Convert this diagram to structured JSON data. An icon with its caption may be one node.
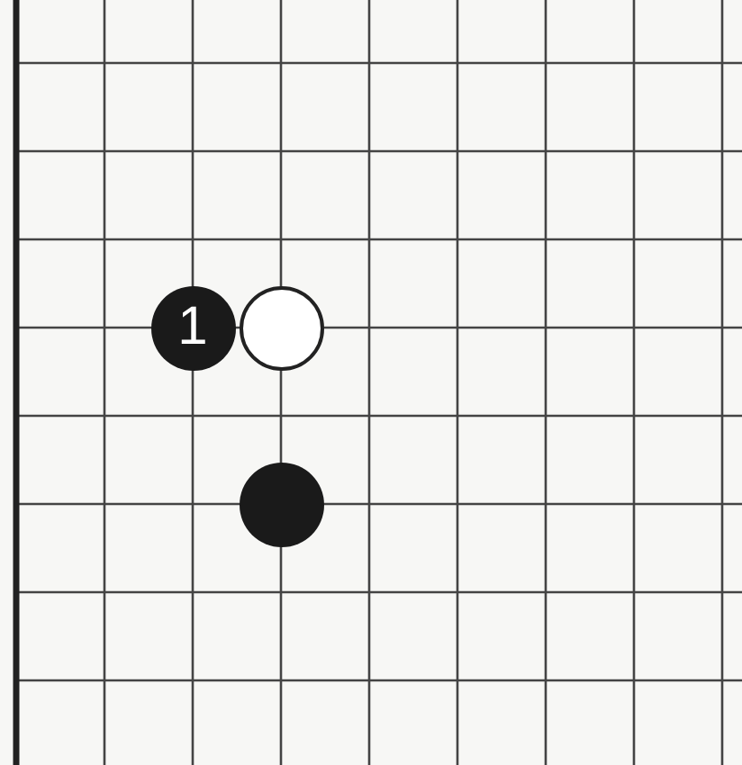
{
  "diagram": {
    "nodes": [
      {
        "text": [
          "1"
        ]
      },
      {
        "text": [],
        "shape": "circle"
      },
      {
        "text": [],
        "shape": "circle"
      }
    ]
  }
}
